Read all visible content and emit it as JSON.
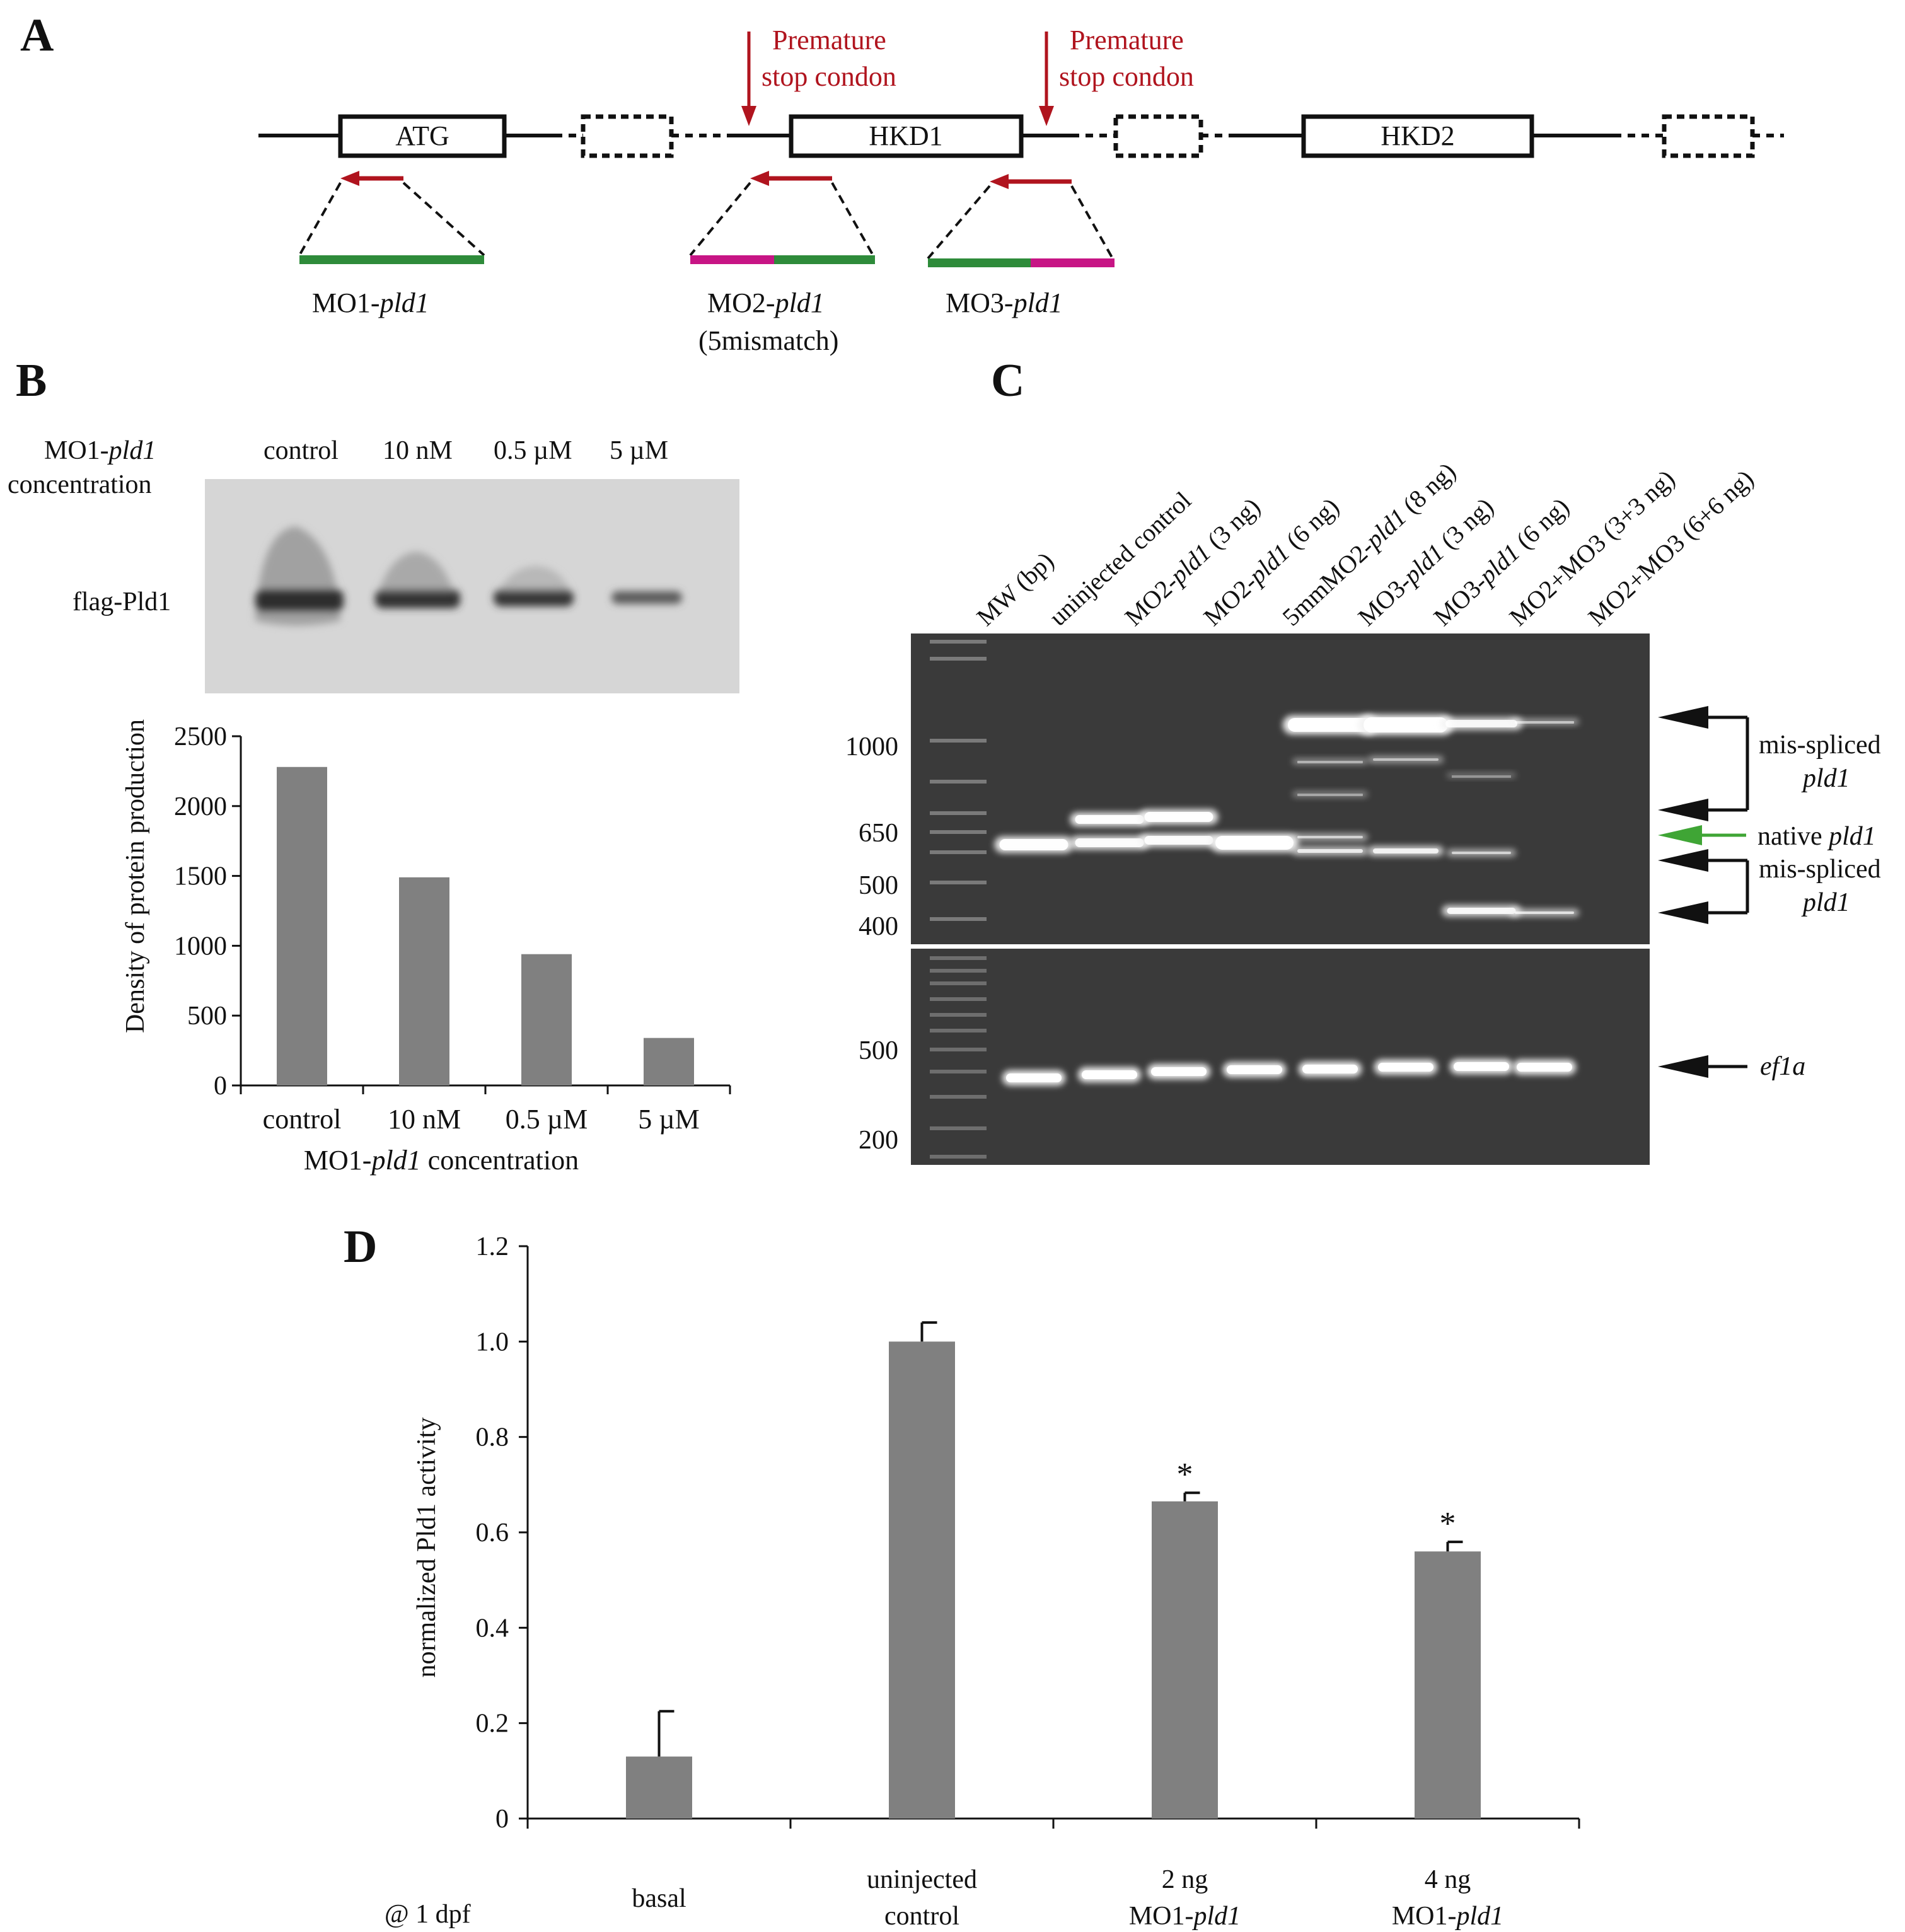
{
  "panels": {
    "A": "A",
    "B": "B",
    "C": "C",
    "D": "D"
  },
  "panel_a": {
    "stop1": [
      "Premature",
      "stop condon"
    ],
    "stop2": [
      "Premature",
      "stop condon"
    ],
    "exons": [
      "ATG",
      "HKD1",
      "HKD2"
    ],
    "mo1": {
      "name": "MO1-",
      "ital": "pld1"
    },
    "mo2": {
      "name": "MO2-",
      "ital": "pld1",
      "sub": "(5mismatch)"
    },
    "mo3": {
      "name": "MO3-",
      "ital": "pld1"
    },
    "colors": {
      "stop_arrow": "#b0141e",
      "mo_green": "#2e8b3a",
      "mo_magenta": "#c71585"
    }
  },
  "panel_b": {
    "header_line1": {
      "name": "MO1-",
      "ital": "pld1"
    },
    "header_line2": "concentration",
    "lanes": [
      "control",
      "10 nM",
      "0.5 µM",
      "5 µM"
    ],
    "band_label": "flag-Pld1",
    "chart_data": {
      "type": "bar",
      "categories": [
        "control",
        "10 nM",
        "0.5 µM",
        "5 µM"
      ],
      "values": [
        2280,
        1490,
        940,
        340
      ],
      "ylabel": "Density of protein production",
      "xlabel": {
        "name": "MO1-",
        "ital": "pld1",
        "rest": " concentration"
      },
      "ylim": [
        0,
        2500
      ],
      "yticks": [
        0,
        500,
        1000,
        1500,
        2000,
        2500
      ],
      "bar_color": "#808080"
    }
  },
  "panel_c": {
    "lanes": [
      {
        "pre": "MW (bp)",
        "ital": "",
        "post": ""
      },
      {
        "pre": "uninjected control",
        "ital": "",
        "post": ""
      },
      {
        "pre": "MO2-",
        "ital": "pld1",
        "post": " (3 ng)"
      },
      {
        "pre": "MO2-",
        "ital": "pld1",
        "post": " (6 ng)"
      },
      {
        "pre": "5mmMO2-",
        "ital": "pld1",
        "post": " (8 ng)"
      },
      {
        "pre": "MO3-",
        "ital": "pld1",
        "post": " (3 ng)"
      },
      {
        "pre": "MO3-",
        "ital": "pld1",
        "post": " (6 ng)"
      },
      {
        "pre": "MO2+MO3 (3+3 ng)",
        "ital": "",
        "post": ""
      },
      {
        "pre": "MO2+MO3 (6+6 ng)",
        "ital": "",
        "post": ""
      }
    ],
    "top_markers": [
      "1000",
      "650",
      "500",
      "400"
    ],
    "bottom_markers": [
      "500",
      "200"
    ],
    "labels": {
      "mis1": [
        "mis-spliced",
        "pld1"
      ],
      "native": {
        "name": "native ",
        "ital": "pld1"
      },
      "mis2": [
        "mis-spliced",
        "pld1"
      ],
      "ef1a": "ef1a"
    },
    "colors": {
      "gel": "#3a3a3a",
      "native_arrow": "#3fa535"
    }
  },
  "panel_d": {
    "timepoint": "@ 1 dpf",
    "categories": [
      {
        "lines": [
          "basal"
        ]
      },
      {
        "lines": [
          "uninjected",
          "control"
        ]
      },
      {
        "lines": [
          "2 ng"
        ],
        "mo": {
          "name": "MO1-",
          "ital": "pld1"
        }
      },
      {
        "lines": [
          "4 ng"
        ],
        "mo": {
          "name": "MO1-",
          "ital": "pld1"
        }
      }
    ],
    "chart_data": {
      "type": "bar",
      "categories": [
        "basal",
        "uninjected control",
        "2 ng MO1-pld1",
        "4 ng MO1-pld1"
      ],
      "values": [
        0.13,
        1.0,
        0.665,
        0.56
      ],
      "errors": [
        0.095,
        0.04,
        0.018,
        0.02
      ],
      "significance": [
        "",
        "",
        "*",
        "*"
      ],
      "ylabel": "normalized Pld1 activity",
      "ylim": [
        0,
        1.2
      ],
      "yticks": [
        "0",
        "0.2",
        "0.4",
        "0.6",
        "0.8",
        "1.0",
        "1.2"
      ],
      "bar_color": "#808080"
    }
  }
}
